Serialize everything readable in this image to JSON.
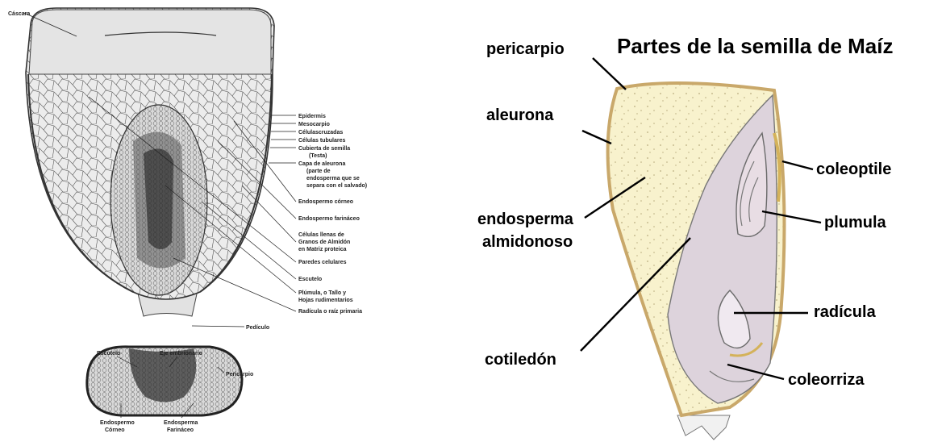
{
  "left_panel": {
    "top_label": "Cáscara",
    "right_labels": [
      "Epidermis",
      "Mesocarpio",
      "Célulascruzadas",
      "Células tubulares",
      "Cubierta de semilla",
      "(Testa)",
      "Capa de aleurona",
      "(parte de",
      "endosperma que se",
      "separa con el salvado)",
      "Endospermo córneo",
      "Endospermo farináceo",
      "Células llenas de",
      "Granos de Almidón",
      "en Matriz proteica",
      "Paredes celulares",
      "Escutelo",
      "Plúmula, o Tallo y",
      "Hojas rudimentarios",
      "Radícula o raíz primaria"
    ],
    "bottom_label": "Pedículo",
    "cross_section": {
      "scutellum": "Escutelo",
      "embryo_axis": "Eje embrionario",
      "pericarp": "Pericarpio",
      "horny_endosperm": [
        "Endospermo",
        "Córneo"
      ],
      "floury_endosperm": [
        "Endosperma",
        "Farináceo"
      ]
    }
  },
  "right_panel": {
    "title": "Partes de la semilla de Maíz",
    "labels": {
      "pericarpio": "pericarpio",
      "aleurona": "aleurona",
      "endosperma_1": "endosperma",
      "endosperma_2": "almidonoso",
      "cotiledon": "cotiledón",
      "coleoptile": "coleoptile",
      "plumula": "plumula",
      "radicula": "radícula",
      "coleorriza": "coleorriza"
    }
  },
  "colors": {
    "seed_fill": "#f8f2cd",
    "seed_outline": "#c9a86a",
    "embryo_fill": "#ddd3dc",
    "left_grain": "#e6e6e6",
    "embryo_dark": "#333333"
  }
}
